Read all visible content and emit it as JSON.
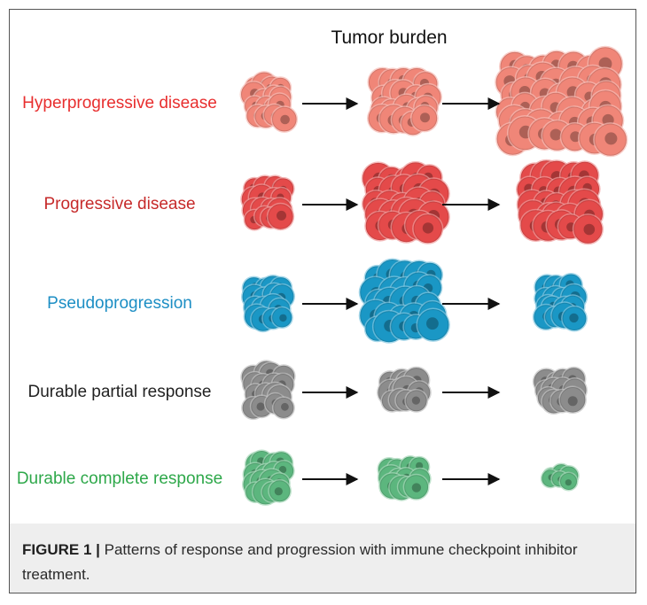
{
  "figure": {
    "header": "Tumor burden",
    "rows": [
      {
        "label": "Hyperprogressive disease",
        "color": "#e82e2e",
        "tumor_color": "#f08678",
        "stages": [
          "small",
          "medium",
          "huge"
        ]
      },
      {
        "label": "Progressive disease",
        "color": "#c62a2a",
        "tumor_color": "#e44a4a",
        "stages": [
          "small",
          "large",
          "large"
        ]
      },
      {
        "label": "Pseudoprogression",
        "color": "#1c8ec4",
        "tumor_color": "#1a97c5",
        "stages": [
          "small",
          "large",
          "small"
        ]
      },
      {
        "label": "Durable partial response",
        "color": "#222222",
        "tumor_color": "#8c8c8c",
        "stages": [
          "small",
          "reduced",
          "reduced"
        ]
      },
      {
        "label": "Durable complete response",
        "color": "#2ea84a",
        "tumor_color": "#5cb67e",
        "stages": [
          "small",
          "reduced",
          "tiny"
        ]
      }
    ]
  },
  "caption": {
    "label": "FIGURE 1 |",
    "text": "Patterns of response and progression with immune checkpoint inhibitor treatment."
  }
}
